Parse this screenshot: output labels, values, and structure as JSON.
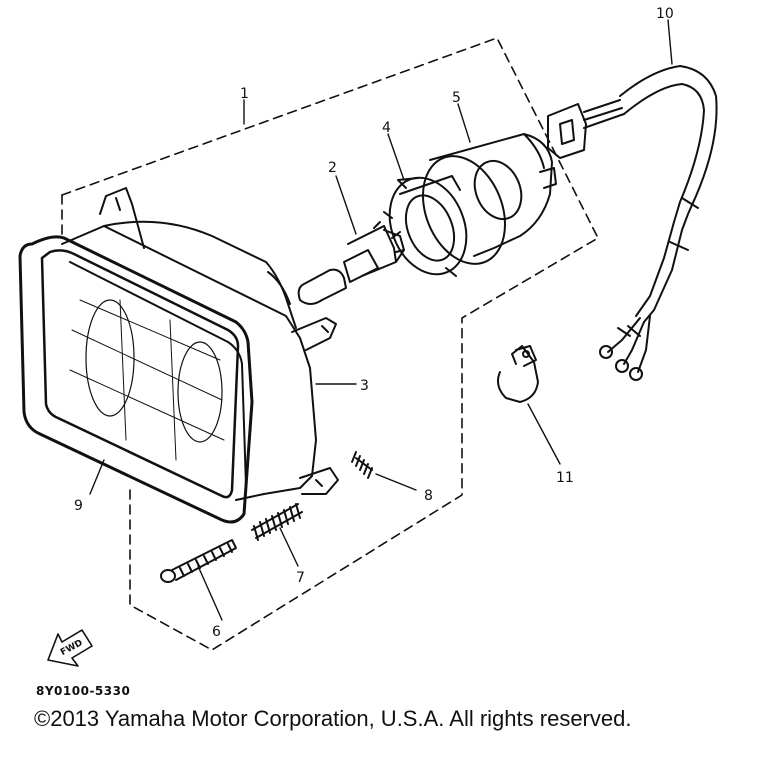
{
  "callouts": {
    "n1": "1",
    "n2": "2",
    "n3": "3",
    "n4": "4",
    "n5": "5",
    "n6": "6",
    "n7": "7",
    "n8": "8",
    "n9": "9",
    "n10": "10",
    "n11": "11"
  },
  "fwd_label": "FWD",
  "drawing_code": "8Y0100-5330",
  "copyright": "©2013 Yamaha Motor Corporation, U.S.A. All rights reserved."
}
